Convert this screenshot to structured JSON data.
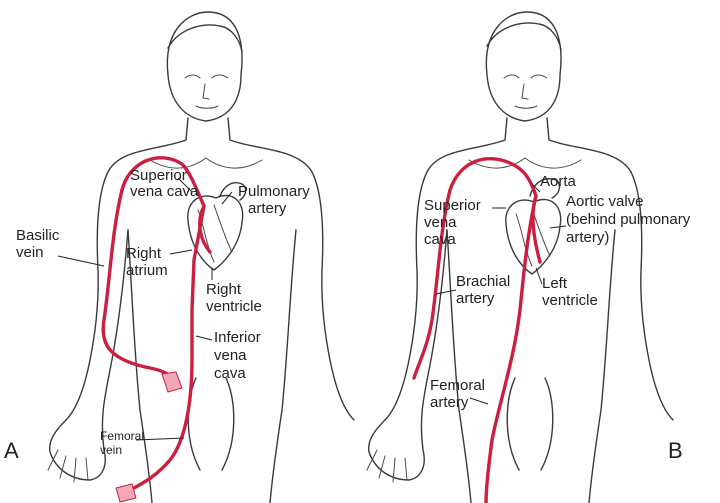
{
  "colors": {
    "catheter": "#cc1f3f",
    "catheter_tip": "#f2a8b6",
    "line": "#3a3a3a",
    "text": "#222222"
  },
  "panel_a": {
    "letter": "A",
    "labels": {
      "superior_vena_cava_1": "Superior",
      "superior_vena_cava_2": "vena cava",
      "pulmonary_artery_1": "Pulmonary",
      "pulmonary_artery_2": "artery",
      "basilic_vein_1": "Basilic",
      "basilic_vein_2": "vein",
      "right_atrium_1": "Right",
      "right_atrium_2": "atrium",
      "right_ventricle_1": "Right",
      "right_ventricle_2": "ventricle",
      "inferior_vena_cava_1": "Inferior",
      "inferior_vena_cava_2": "vena",
      "inferior_vena_cava_3": "cava",
      "femoral_vein_1": "Femoral",
      "femoral_vein_2": "vein"
    }
  },
  "panel_b": {
    "letter": "B",
    "labels": {
      "aorta": "Aorta",
      "superior_vena_cava_1": "Superior",
      "superior_vena_cava_2": "vena",
      "superior_vena_cava_3": "cava",
      "aortic_valve_1": "Aortic valve",
      "aortic_valve_2": "(behind pulmonary",
      "aortic_valve_3": "artery)",
      "brachial_artery_1": "Brachial",
      "brachial_artery_2": "artery",
      "left_ventricle_1": "Left",
      "left_ventricle_2": "ventricle",
      "femoral_artery_1": "Femoral",
      "femoral_artery_2": "artery"
    }
  }
}
